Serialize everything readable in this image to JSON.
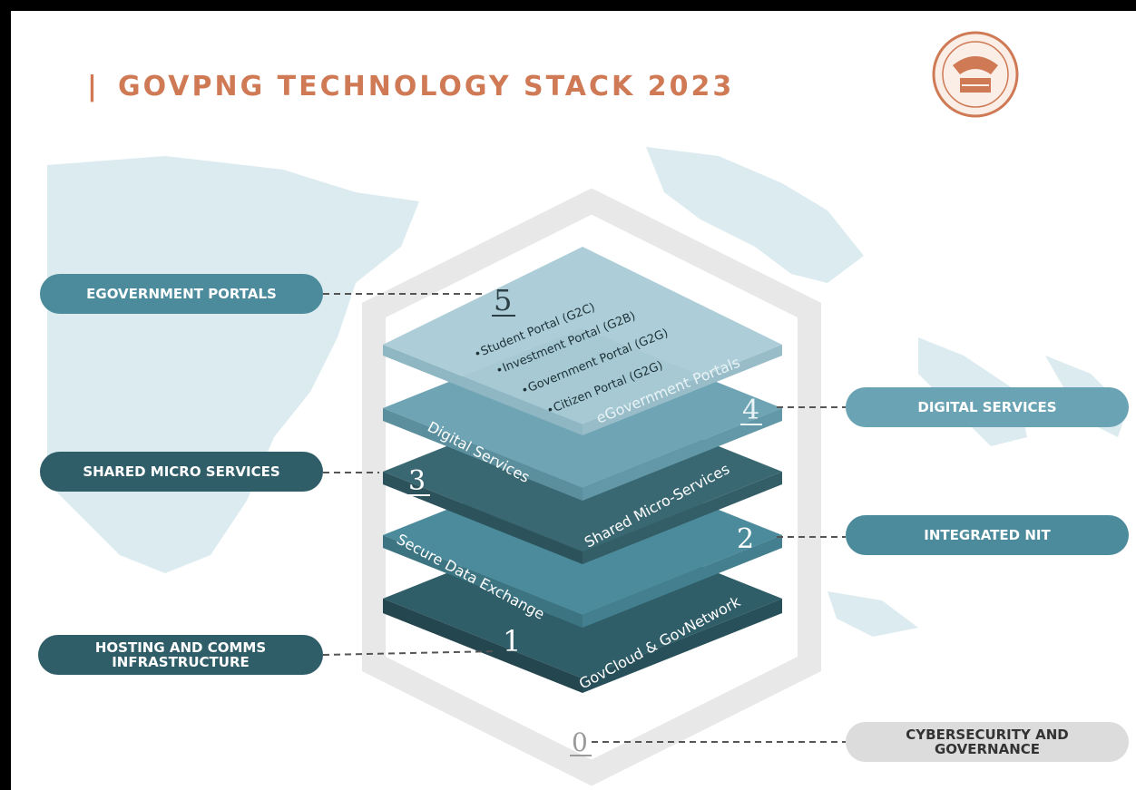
{
  "title": "GOVPNG TECHNOLOGY STACK 2023",
  "title_bar": "|",
  "colors": {
    "title": "#cf7a55",
    "dark": "#2f5d68",
    "mid": "#4b8b9c",
    "light": "#6aa3b4",
    "grey": "#dcdcdc"
  },
  "callouts": {
    "egov": "EGOVERNMENT PORTALS",
    "digital": "DIGITAL SERVICES",
    "micro": "SHARED MICRO SERVICES",
    "nit": "INTEGRATED NIT",
    "hosting_line1": "HOSTING AND COMMS",
    "hosting_line2": "INFRASTRUCTURE",
    "cyber_line1": "CYBERSECURITY AND",
    "cyber_line2": "GOVERNANCE"
  },
  "layers": {
    "n5": "5",
    "n4": "4",
    "n3": "3",
    "n2": "2",
    "n1": "1",
    "n0": "0",
    "portal_1": "Student Portal (G2C)",
    "portal_2": "Investment Portal (G2B)",
    "portal_3": "Government Portal (G2G)",
    "portal_4": "Citizen Portal (G2G)",
    "egov_label": "eGovernment Portals",
    "digital_label": "Digital Services",
    "micro_label": "Shared Micro-Services",
    "exchange_label": "Secure Data Exchange",
    "cloud_label": "GovCloud & GovNetwork"
  },
  "logo_icon": "department-seal-icon"
}
